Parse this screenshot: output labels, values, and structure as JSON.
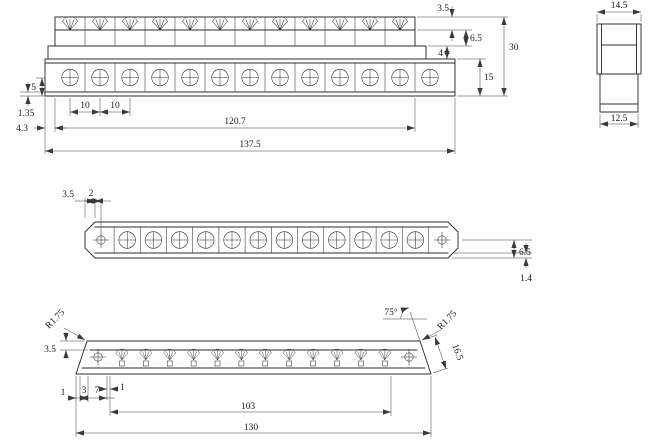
{
  "drawing": {
    "positions": 12,
    "front_view": {
      "dim_3_5": "3.5",
      "dim_6_5": "6.5",
      "dim_30": "30",
      "dim_4": "4",
      "dim_15": "15",
      "dim_5": "5",
      "dim_1_35": "1.35",
      "dim_10_a": "10",
      "dim_10_b": "10",
      "dim_120_7": "120.7",
      "dim_4_3": "4.3",
      "dim_137_5": "137.5"
    },
    "side_view": {
      "dim_14_5": "14.5",
      "dim_12_5": "12.5"
    },
    "plan_view": {
      "dim_3_5": "3.5",
      "dim_2": "2",
      "dim_6_5": "6.5",
      "dim_1_4": "1.4"
    },
    "bottom_view": {
      "radius_left": "R1.75",
      "angle": "75°",
      "radius_right": "R1.75",
      "dim_3_5": "3.5",
      "dim_16_5": "16.5",
      "dim_1_a": "1",
      "dim_3": "3",
      "dim_7": "7",
      "dim_1_b": "1",
      "dim_103": "103",
      "dim_130": "130"
    }
  }
}
